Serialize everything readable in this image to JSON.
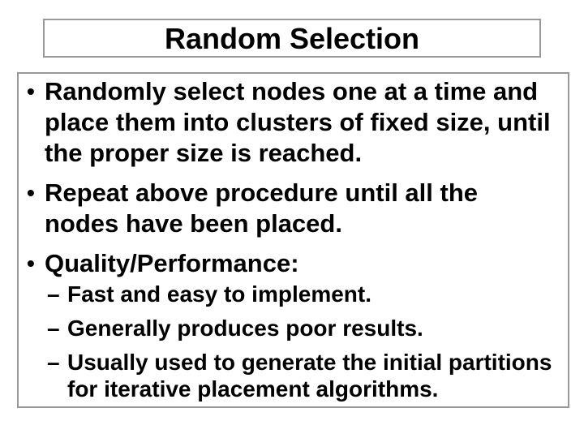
{
  "slide": {
    "title": "Random Selection",
    "body": {
      "bullets": [
        {
          "level": 1,
          "marker": "•",
          "lines": [
            "Randomly select nodes one at a time and",
            "place them into clusters of fixed size, until",
            "the proper size is reached."
          ]
        },
        {
          "level": 1,
          "marker": "•",
          "lines": [
            "Repeat above procedure until all the",
            "nodes have been placed."
          ]
        },
        {
          "level": 1,
          "marker": "•",
          "lines": [
            "Quality/Performance:"
          ]
        },
        {
          "level": 2,
          "marker": "–",
          "lines": [
            "Fast and easy to implement."
          ]
        },
        {
          "level": 2,
          "marker": "–",
          "lines": [
            "Generally produces poor results."
          ]
        },
        {
          "level": 2,
          "marker": "–",
          "lines": [
            "Usually used to generate the initial partitions",
            "for iterative placement algorithms."
          ]
        }
      ]
    },
    "colors": {
      "background": "#ffffff",
      "text": "#000000",
      "box_border": "#999999",
      "box_fill": "#ffffff"
    }
  }
}
